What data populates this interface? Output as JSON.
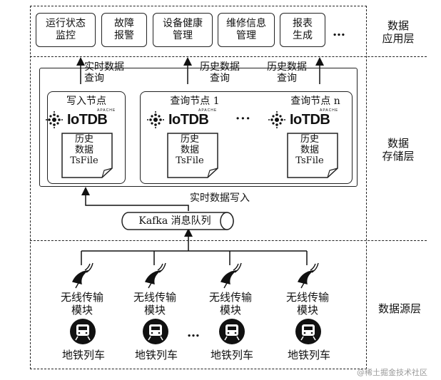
{
  "application_layer": {
    "label": "数据\n应用层",
    "boxes": [
      "运行状态\n监控",
      "故障\n报警",
      "设备健康\n管理",
      "维修信息\n管理",
      "报表\n生成"
    ],
    "ellipsis": "…"
  },
  "arrow_labels": {
    "realtime_query": "实时数据\n查询",
    "history_query_1": "历史数据\n查询",
    "history_query_2": "历史数据\n查询",
    "realtime_write": "实时数据写入"
  },
  "storage_layer": {
    "label": "数据\n存储层",
    "write_node": {
      "title": "写入节点",
      "doc": "历史\n数据\nTsFile"
    },
    "query_node_1": {
      "title": "查询节点 1",
      "doc": "历史\n数据\nTsFile"
    },
    "query_node_n": {
      "title": "查询节点 n",
      "doc": "历史\n数据\nTsFile"
    },
    "ellipsis": "···",
    "logo": {
      "text": "IoTDB",
      "apache": "APACHE"
    },
    "queue": "Kafka 消息队列"
  },
  "source_layer": {
    "label": "数据源层",
    "modules": [
      "无线传输\n模块",
      "无线传输\n模块",
      "无线传输\n模块",
      "无线传输\n模块"
    ],
    "trains": [
      "地铁列车",
      "地铁列车",
      "地铁列车",
      "地铁列车"
    ],
    "ellipsis": "…"
  },
  "watermark": "@稀土掘金技术社区"
}
